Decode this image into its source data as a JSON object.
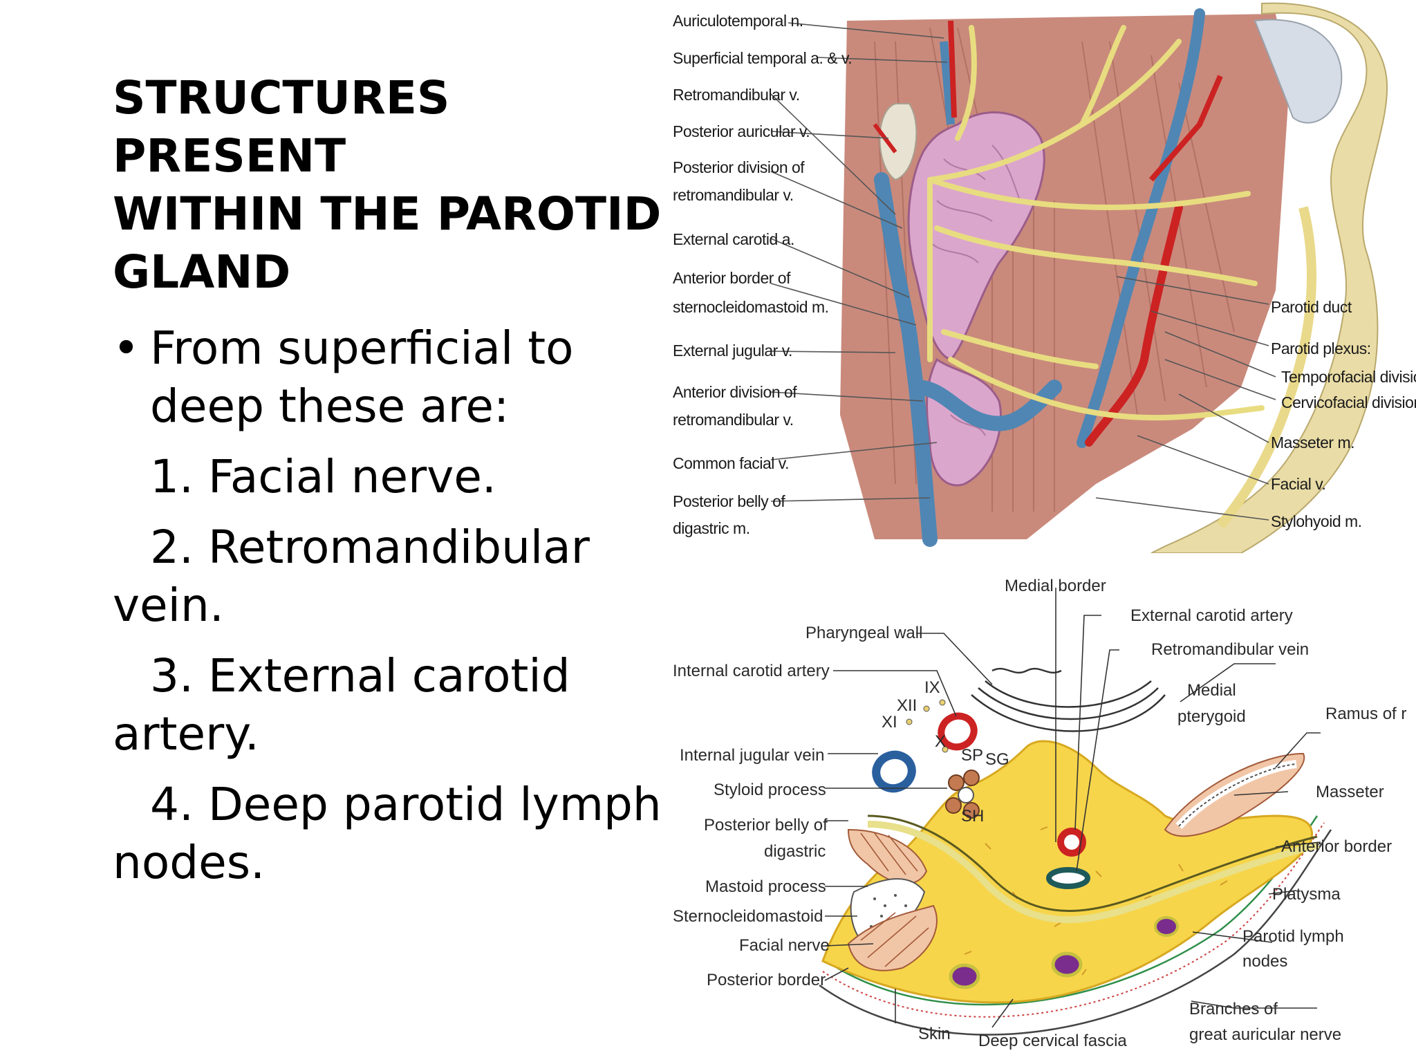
{
  "slide": {
    "title": "STRUCTURES PRESENT\nWITHIN THE PAROTID\nGLAND",
    "bullet_symbol": "•",
    "bullet_text_line1": "From superficial to",
    "bullet_text_line2": "deep these are:",
    "items": [
      {
        "line1": "1. Facial nerve.",
        "line2": ""
      },
      {
        "line1": "2. Retromandibular",
        "line2": "vein."
      },
      {
        "line1": "3. External carotid",
        "line2": "artery."
      },
      {
        "line1": "4. Deep parotid lymph",
        "line2": "nodes."
      }
    ]
  },
  "figure_top": {
    "left_labels": [
      "Auriculotemporal n.",
      "Superficial temporal a. & v.",
      "Retromandibular v.",
      "Posterior auricular v.",
      "Posterior division of",
      "retromandibular v.",
      "External carotid a.",
      "Anterior border of",
      "sternocleidomastoid m.",
      "External jugular v.",
      "Anterior division of",
      "retromandibular v.",
      "Common facial v.",
      "Posterior belly of",
      "digastric m."
    ],
    "right_labels": [
      "Parotid duct",
      "Parotid plexus:",
      "Temporofacial division",
      "Cervicofacial division",
      "Masseter m.",
      "Facial v.",
      "Stylohyoid m."
    ]
  },
  "figure_bottom": {
    "labels": {
      "medial_border": "Medial border",
      "external_carotid_artery": "External carotid artery",
      "retromandibular_vein": "Retromandibular vein",
      "pharyngeal_wall": "Pharyngeal wall",
      "internal_carotid_artery": "Internal carotid artery",
      "ix": "IX",
      "xii": "XII",
      "xi": "XI",
      "x": "X",
      "sp": "SP",
      "sg": "SG",
      "sh": "SH",
      "medial_pterygoid_1": "Medial",
      "medial_pterygoid_2": "pterygoid",
      "ramus": "Ramus of r",
      "internal_jugular_vein": "Internal jugular vein",
      "styloid_process": "Styloid process",
      "masseter": "Masseter",
      "posterior_belly_1": "Posterior belly of",
      "posterior_belly_2": "digastric",
      "anterior_border": "Anterior border",
      "mastoid_process": "Mastoid process",
      "platysma": "Platysma",
      "sternocleidomastoid": "Sternocleidomastoid",
      "parotid_lymph_1": "Parotid lymph",
      "parotid_lymph_2": "nodes",
      "facial_nerve": "Facial nerve",
      "posterior_border": "Posterior border",
      "branches_1": "Branches of",
      "branches_2": "great auricular nerve",
      "skin": "Skin",
      "deep_cervical_fascia": "Deep cervical fascia"
    }
  },
  "colors": {
    "muscle": "#c98a7c",
    "gland": "#dba6cc",
    "nerve": "#e8dc80",
    "vein": "#4f86b4",
    "artery": "#cc2222",
    "parotid_yellow": "#f7d54a",
    "lymph_node": "#7a2d8c"
  }
}
